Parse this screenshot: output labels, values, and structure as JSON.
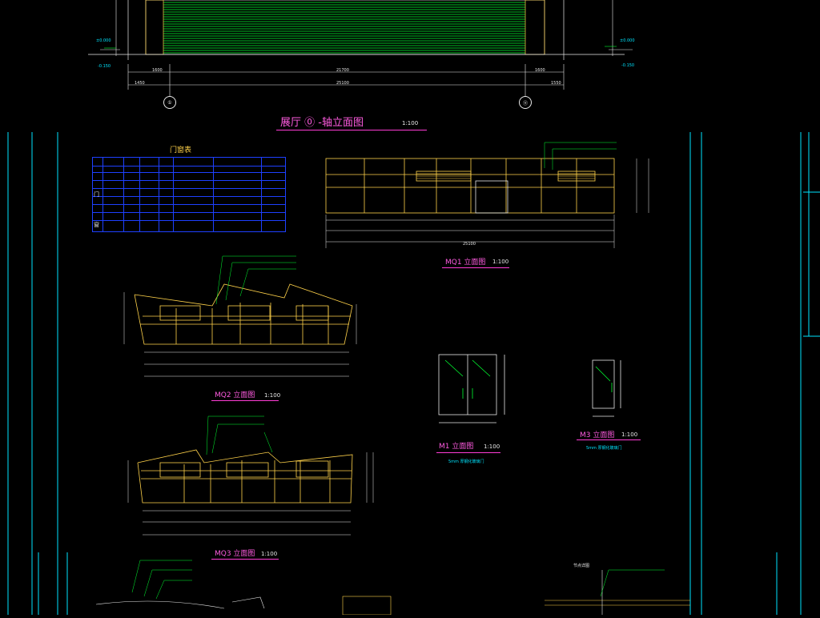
{
  "drawing": {
    "top_dims": {
      "level_left": "±0.000",
      "level_left_low": "-0.150",
      "level_right": "±0.000",
      "level_right_low": "-0.150",
      "dim_overall": "25100",
      "dim_mid": "21700",
      "dim_left": "1450",
      "dim_left2": "1600",
      "dim_right": "1600",
      "dim_right2": "1550",
      "left_axis": "①",
      "right_axis": "⑪"
    },
    "hall_elevation": {
      "title": "展厅 ⓪ -轴立面图",
      "scale": "1:100"
    },
    "door_window_table": {
      "title": "门窗表",
      "side_label_1": "门",
      "side_label_2": "窗"
    },
    "mq1": {
      "title": "MQ1 立面图",
      "scale": "1:100",
      "dim_total": "25100"
    },
    "mq2": {
      "title": "MQ2 立面图",
      "scale": "1:100"
    },
    "mq3": {
      "title": "MQ3 立面图",
      "scale": "1:100"
    },
    "m1": {
      "title": "M1 立面图",
      "scale": "1:100",
      "note": "5mm 厚钢化玻璃门"
    },
    "m3": {
      "title": "M3 立面图",
      "scale": "1:100",
      "note": "5mm 厚钢化玻璃门"
    },
    "bottom_note": "节点详图"
  },
  "colors": {
    "background": "#000000",
    "yellow": "#ffd24a",
    "green": "#00ff30",
    "cyan": "#00e5ff",
    "blue": "#1e40ff",
    "magenta": "#ff3cd6",
    "white": "#e8e8e8",
    "red": "#ff3030"
  }
}
